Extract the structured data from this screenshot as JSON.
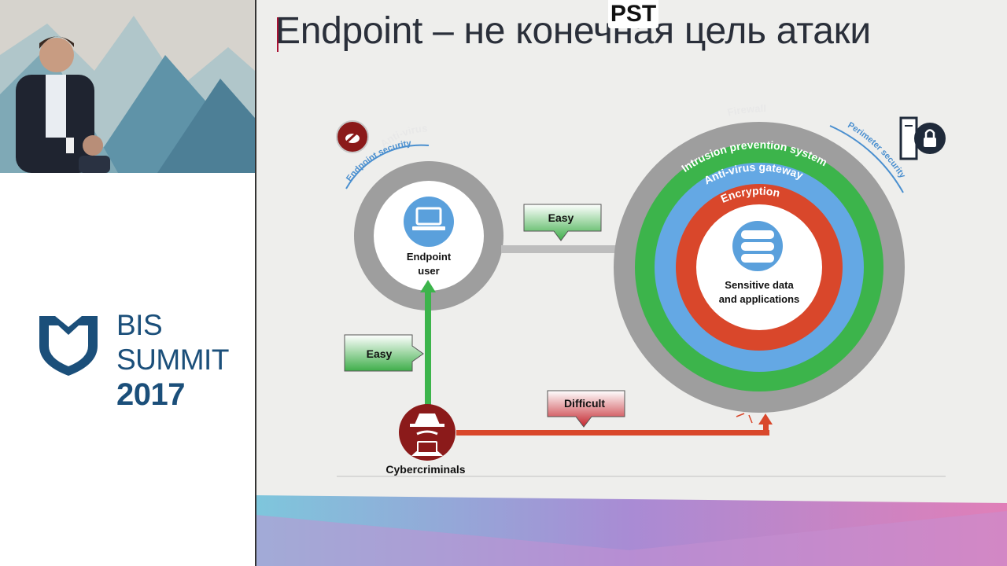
{
  "slide": {
    "title": "Endpoint – не конечная цель атаки",
    "watermark": "PST"
  },
  "branding": {
    "line1": "BIS",
    "line2": "SUMMIT",
    "year": "2017",
    "color": "#1b4f7a"
  },
  "diagram": {
    "endpoint_ring_label": "Anti-virus",
    "endpoint_arc_label": "Endpoint security",
    "endpoint_label_line1": "Endpoint",
    "endpoint_label_line2": "user",
    "perimeter_rings": [
      "Firewall",
      "Intrusion prevention system",
      "Anti-virus gateway",
      "Encryption"
    ],
    "perimeter_arc_label": "Perimeter security",
    "core_label_line1": "Sensitive data",
    "core_label_line2": "and applications",
    "easy_top": "Easy",
    "easy_left": "Easy",
    "difficult": "Difficult",
    "attacker_label": "Cybercriminals",
    "colors": {
      "gray_ring": "#9e9e9e",
      "green_ring": "#3cb44b",
      "blue_ring": "#64a8e4",
      "red_ring": "#d9472b",
      "icon_blue": "#5aa0dc",
      "attacker": "#8b1a1a",
      "easy_box": "#3fae4a",
      "difficult_box": "#c4262e"
    },
    "icons": [
      "no-bug-icon",
      "laptop-icon",
      "database-icon",
      "server-lock-icon",
      "hacker-icon"
    ]
  }
}
